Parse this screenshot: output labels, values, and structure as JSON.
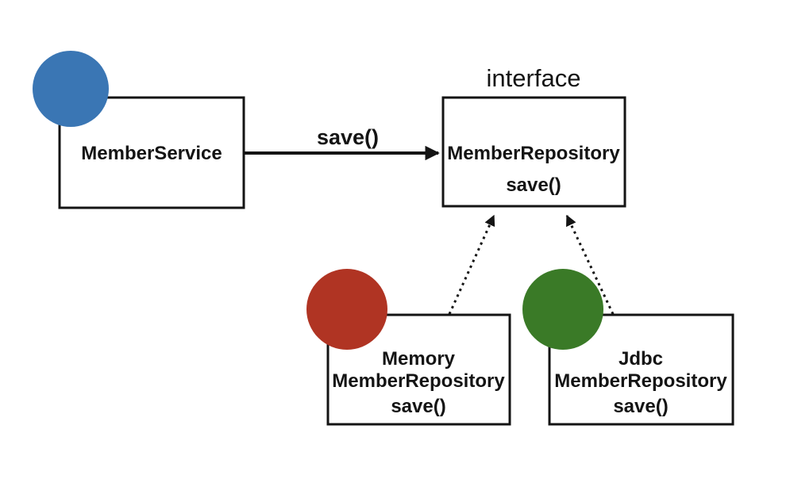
{
  "diagram": {
    "interface_label": "interface",
    "nodes": {
      "member_service": {
        "name": "MemberService"
      },
      "member_repository": {
        "name": "MemberRepository",
        "method": "save()"
      },
      "memory_member_repository": {
        "name_line1": "Memory",
        "name_line2": "MemberRepository",
        "method": "save()"
      },
      "jdbc_member_repository": {
        "name_line1": "Jdbc",
        "name_line2": "MemberRepository",
        "method": "save()"
      }
    },
    "edges": {
      "save_call": {
        "label": "save()"
      }
    },
    "colors": {
      "service_circle": "#3a76b4",
      "memory_circle": "#b03423",
      "jdbc_circle": "#3a7a27",
      "stroke": "#141414",
      "background": "#ffffff"
    }
  }
}
